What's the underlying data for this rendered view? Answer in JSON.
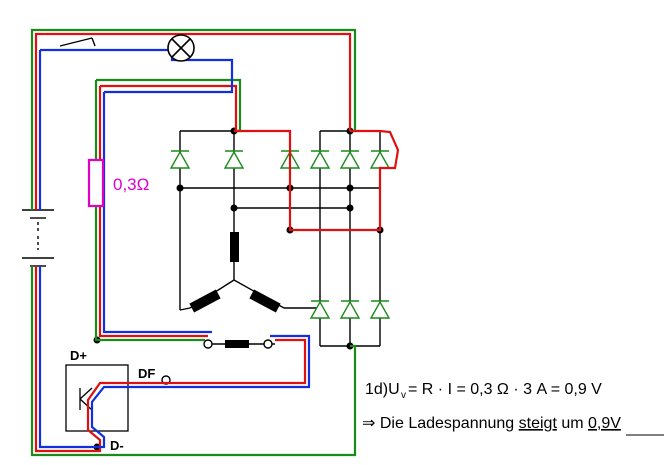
{
  "labels": {
    "d_plus": "D+",
    "df": "DF",
    "d_minus": "D-",
    "resistor_value": "0,3Ω"
  },
  "equation": {
    "prefix": "1d)",
    "u": "U",
    "u_sub": "v",
    "formula": "= R · I = 0,3 Ω · 3 A = 0,9 V",
    "arrow": "⇒",
    "text_before": "Die Ladespannung ",
    "text_underlined": "steigt",
    "text_middle": " um ",
    "text_value": "0,9V"
  },
  "colors": {
    "green": "#1a8a1a",
    "red": "#e01010",
    "blue": "#1030e0",
    "magenta": "#e000c8",
    "black": "#000000",
    "diode_fill": "#2db82d"
  }
}
